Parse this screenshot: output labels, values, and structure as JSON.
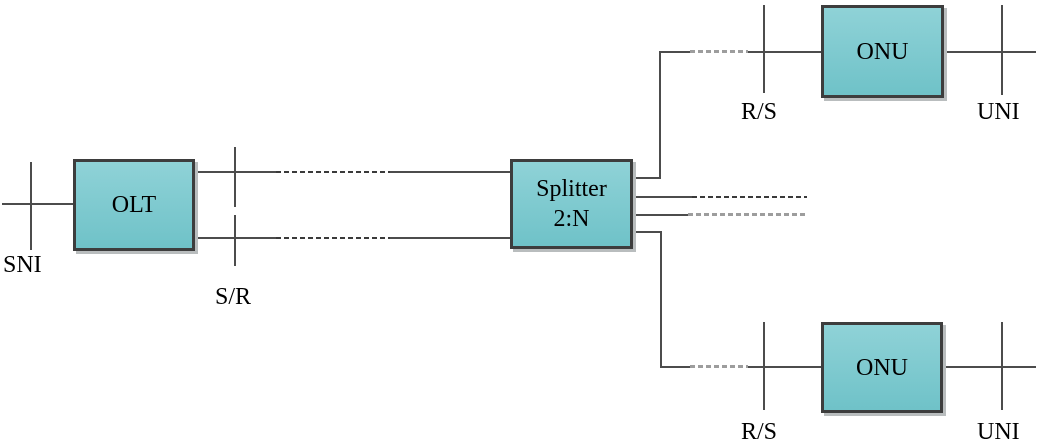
{
  "diagram": {
    "type": "network-architecture",
    "description": "PON access network reference architecture",
    "colors": {
      "box_fill_top": "#8fd2d7",
      "box_fill_bottom": "#6fc2c8",
      "box_border": "#3d3d3d",
      "box_shadow": "#b9bdbe",
      "line": "#4c4c4c",
      "dash_dark": "#3a3a3a",
      "dash_gray": "#9d9d9d",
      "text": "#000000"
    },
    "nodes": {
      "olt": {
        "label": "OLT"
      },
      "splitter": {
        "line1": "Splitter",
        "line2": "2:N"
      },
      "onu_top": {
        "label": "ONU"
      },
      "onu_bottom": {
        "label": "ONU"
      }
    },
    "interfaces": {
      "sni": "SNI",
      "sr": "S/R",
      "rs_top": "R/S",
      "uni_top": "UNI",
      "rs_bottom": "R/S",
      "uni_bottom": "UNI"
    },
    "edges": [
      "SNI - OLT",
      "OLT - S/R - Splitter (two fibers, dashed mid-section)",
      "Splitter - R/S - ONU (top branch)",
      "Splitter - additional branches (dashed, truncated)",
      "Splitter - R/S - ONU (bottom branch)",
      "ONU - UNI (top)",
      "ONU - UNI (bottom)"
    ]
  }
}
